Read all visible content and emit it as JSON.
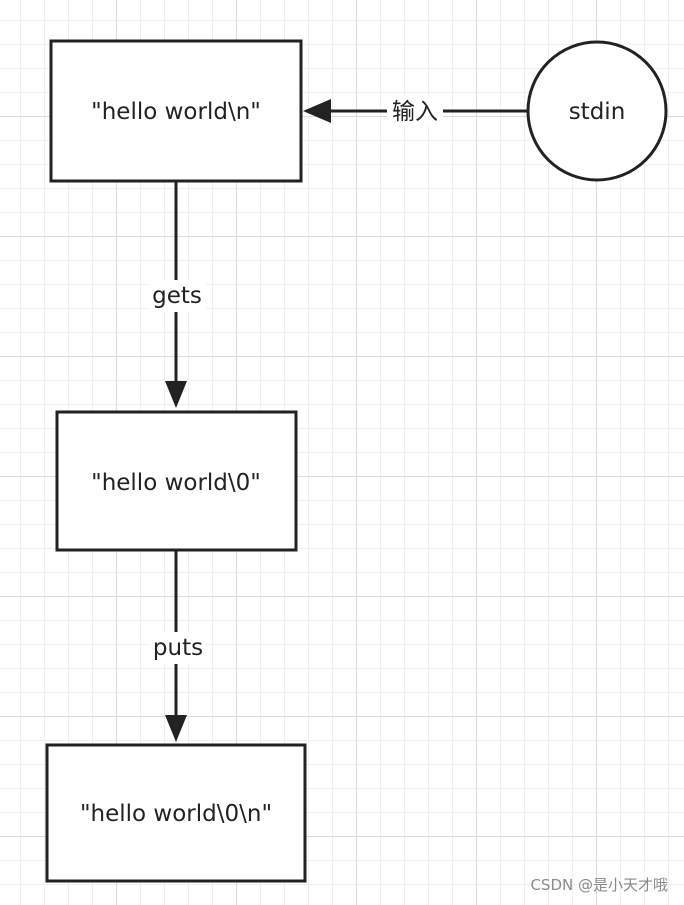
{
  "diagram": {
    "nodes": {
      "buffer_input": {
        "label": "\"hello world\\n\"",
        "shape": "rectangle"
      },
      "stdin": {
        "label": "stdin",
        "shape": "circle"
      },
      "buffer_gets": {
        "label": "\"hello world\\0\"",
        "shape": "rectangle"
      },
      "buffer_puts": {
        "label": "\"hello world\\0\\n\"",
        "shape": "rectangle"
      }
    },
    "edges": {
      "input": {
        "from": "stdin",
        "to": "buffer_input",
        "label": "输入"
      },
      "gets": {
        "from": "buffer_input",
        "to": "buffer_gets",
        "label": "gets"
      },
      "puts": {
        "from": "buffer_gets",
        "to": "buffer_puts",
        "label": "puts"
      }
    },
    "colors": {
      "stroke": "#222222",
      "fill": "#ffffff",
      "grid": "#dcdcdc"
    }
  },
  "watermark": "CSDN @是小天才哦"
}
